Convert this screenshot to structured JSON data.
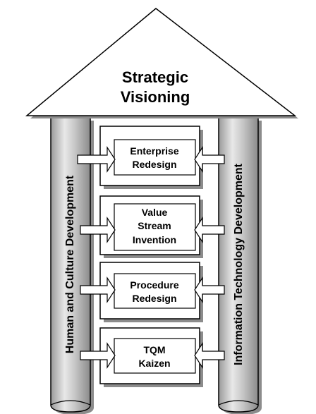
{
  "roof": {
    "title_line1": "Strategic",
    "title_line2": "Visioning"
  },
  "pillars": {
    "left_label": "Human and Culture Development",
    "right_label": "Information Technology Development"
  },
  "blocks": [
    {
      "lines": [
        "Enterprise",
        "Redesign"
      ]
    },
    {
      "lines": [
        "Value",
        "Stream",
        "Invention"
      ]
    },
    {
      "lines": [
        "Procedure",
        "Redesign"
      ]
    },
    {
      "lines": [
        "TQM",
        "Kaizen"
      ]
    }
  ],
  "colors": {
    "pillar_fill": "#b4b4b4",
    "pillar_highlight": "#e6e6e6",
    "shadow": "#8c8c8c",
    "outline": "#000000",
    "background": "#ffffff"
  }
}
